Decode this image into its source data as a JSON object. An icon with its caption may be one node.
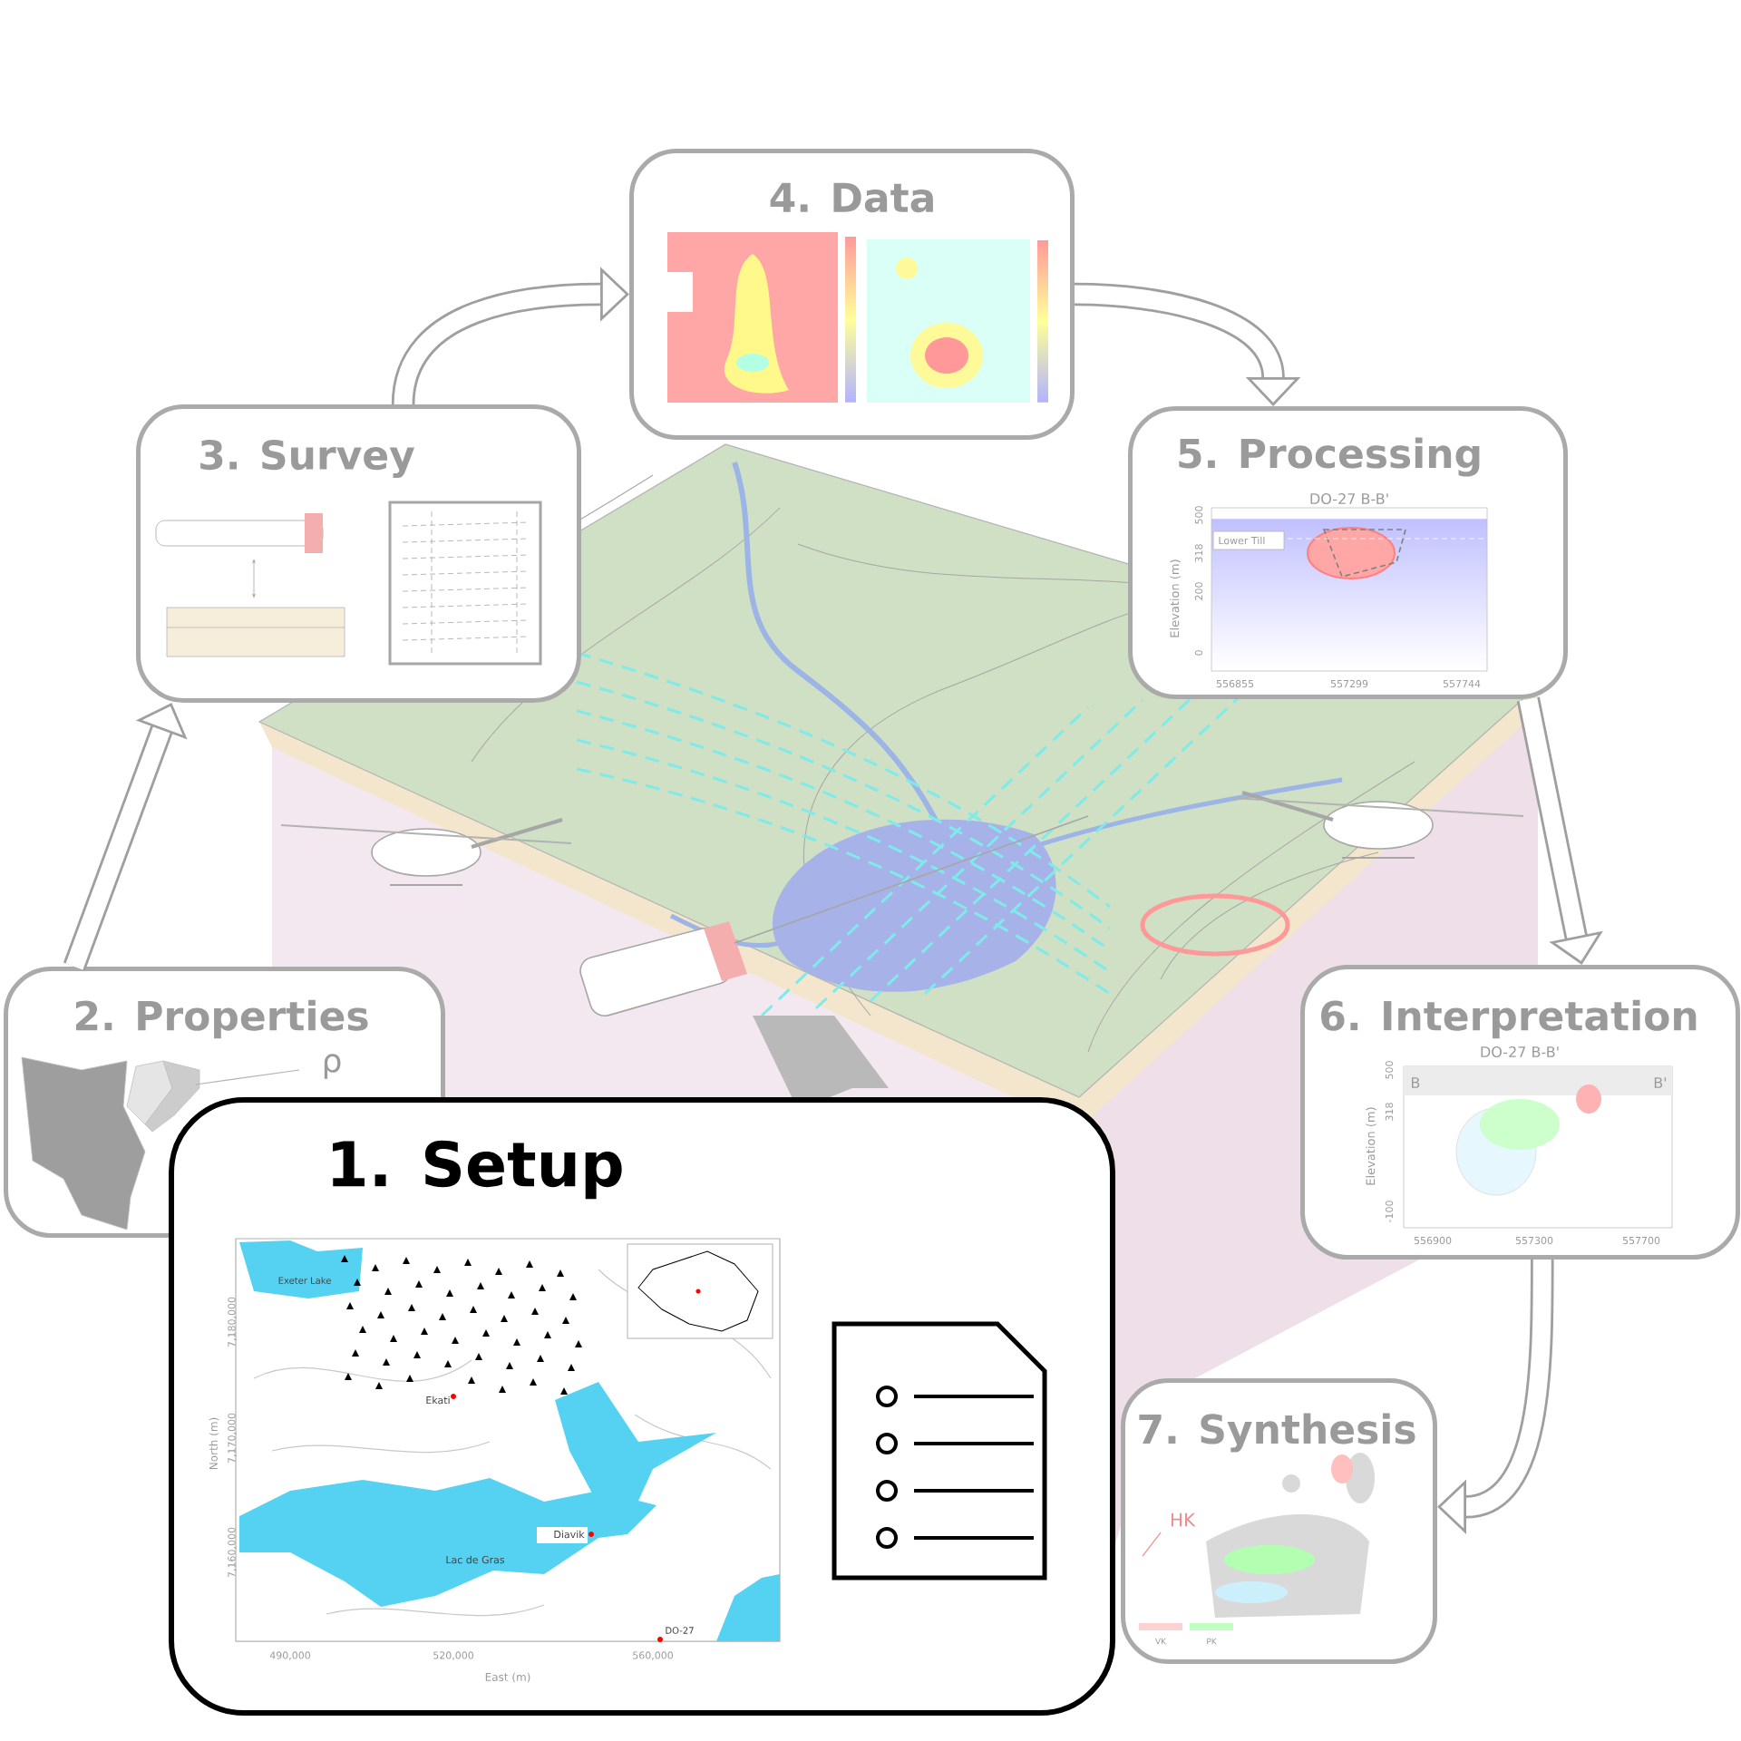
{
  "diagram": {
    "nodes": [
      {
        "text": [
          "1. Setup",
          "Exeter Lake",
          "Ekati",
          "Diavik",
          "Lac de Gras",
          "DO-27",
          "North (m)",
          "East (m)",
          "7,180,000",
          "7,170,000",
          "7,160,000",
          "490,000",
          "520,000",
          "560,000"
        ]
      },
      {
        "text": [
          "2. Properties",
          "ρ"
        ]
      },
      {
        "text": [
          "3. Survey"
        ]
      },
      {
        "text": [
          "4. Data"
        ]
      },
      {
        "text": [
          "5. Processing",
          "DO-27 B-B'",
          "Lower Till",
          "Elevation (m)",
          "500",
          "318",
          "200",
          "0",
          "556855",
          "557299",
          "557744"
        ]
      },
      {
        "text": [
          "6. Interpretation",
          "DO-27 B-B'",
          "B",
          "B'",
          "Elevation (m)",
          "500",
          "318",
          "-100",
          "556900",
          "557300",
          "557700"
        ]
      },
      {
        "text": [
          "7. Synthesis",
          "HK",
          "VK",
          "PK"
        ]
      }
    ],
    "edges": [
      {
        "from": 1,
        "to": 2,
        "arrow": "to"
      },
      {
        "from": 2,
        "to": 3,
        "arrow": "to"
      },
      {
        "from": 3,
        "to": 4,
        "arrow": "to"
      },
      {
        "from": 4,
        "to": 5,
        "arrow": "to"
      },
      {
        "from": 5,
        "to": 6,
        "arrow": "to"
      }
    ]
  }
}
